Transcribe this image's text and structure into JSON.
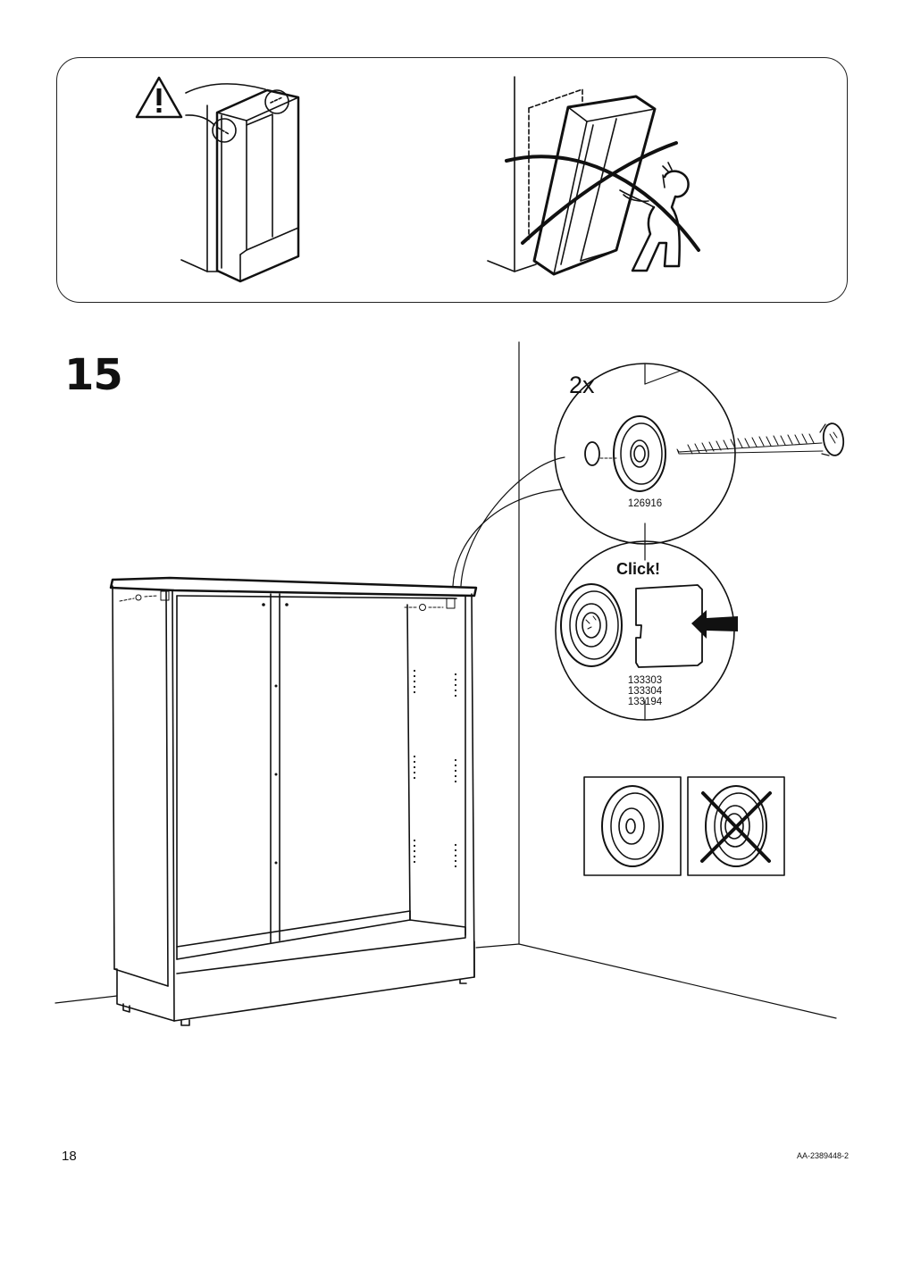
{
  "page": {
    "number": "18",
    "doc_code": "AA-2389448-2"
  },
  "step": {
    "number": "15"
  },
  "detail": {
    "quantity": "2x",
    "screw_part": "126916",
    "click_label": "Click!",
    "cap_parts": [
      "133303",
      "133304",
      "133194"
    ]
  },
  "icons": {
    "warning": "warning-triangle-icon",
    "forbidden": "cross-out-icon",
    "push": "push-arrow-icon"
  }
}
